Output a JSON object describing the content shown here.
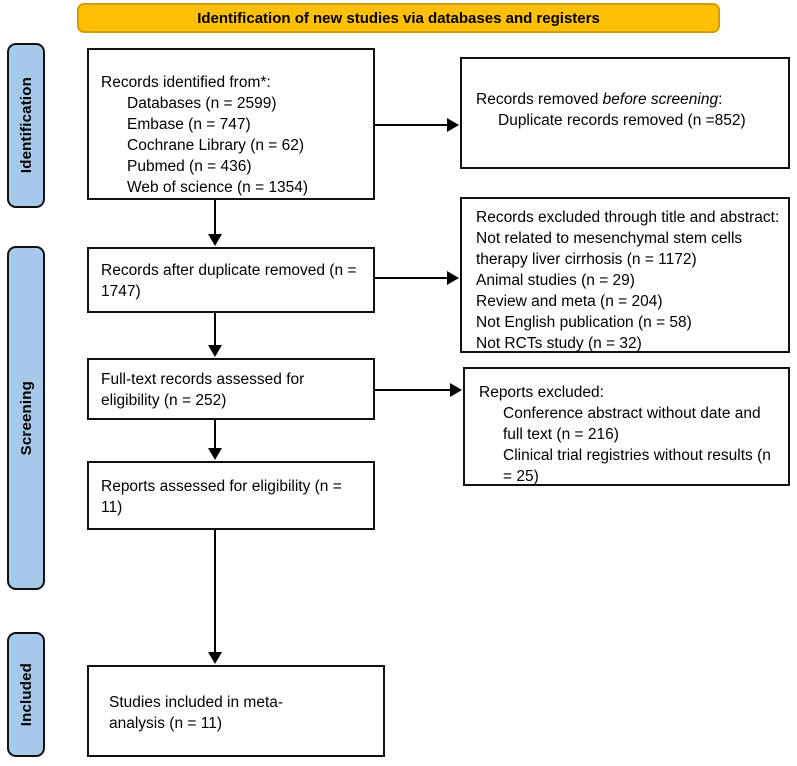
{
  "banner": {
    "title": "Identification of new studies via databases and registers"
  },
  "stages": {
    "identification": "Identification",
    "screening": "Screening",
    "included": "Included"
  },
  "colors": {
    "banner_bg": "#FFC003",
    "banner_border": "#D39E00",
    "stage_bg": "#A6C9E9",
    "box_border": "#111111",
    "arrow": "#000000"
  },
  "boxes": {
    "identified": {
      "heading": "Records identified from*:",
      "items": [
        "Databases (n = 2599)",
        "Embase (n = 747)",
        "Cochrane Library (n = 62)",
        "Pubmed (n = 436)",
        "Web of science (n = 1354)"
      ]
    },
    "removed": {
      "heading_prefix": "Records removed ",
      "heading_italic": "before screening",
      "heading_suffix": ":",
      "items": [
        "Duplicate records removed (n =852)"
      ]
    },
    "after_duplicates": {
      "text": "Records after duplicate removed (n = 1747)"
    },
    "excluded_title_abstract": {
      "heading": "Records excluded through title and abstract:",
      "items": [
        "Not related to mesenchymal stem cells therapy liver cirrhosis (n = 1172)",
        "Animal studies (n = 29)",
        "Review and meta (n = 204)",
        "Not English publication (n = 58)",
        "Not RCTs study (n = 32)"
      ]
    },
    "fulltext_assessed": {
      "text": "Full-text records assessed for eligibility (n = 252)"
    },
    "reports_excluded": {
      "heading": "Reports excluded:",
      "items": [
        "Conference abstract without date and full text (n = 216)",
        "Clinical trial registries without results (n = 25)"
      ]
    },
    "reports_assessed": {
      "text": "Reports assessed for eligibility (n = 11)"
    },
    "included_meta": {
      "text": "Studies included in meta-analysis (n = 11)"
    }
  }
}
